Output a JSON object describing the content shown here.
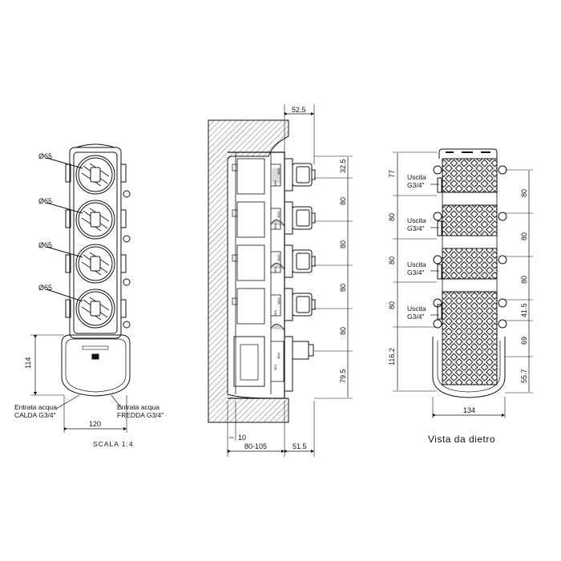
{
  "front_view": {
    "diameter_labels": [
      "Ø65",
      "Ø65",
      "Ø65",
      "Ø65"
    ],
    "height_dim": "114",
    "width_dim": "120",
    "inlet_hot": [
      "Entrata acqua",
      "CALDA  G3/4\""
    ],
    "inlet_cold": [
      "Entrata acqua",
      "FREDDA  G3/4\""
    ],
    "scale_note": "SCALA 1:4"
  },
  "side_view": {
    "top_dim": "52.5",
    "right_dims": [
      "32.5",
      "80",
      "80",
      "80",
      "80",
      "79.5"
    ],
    "bottom_dims": [
      "10",
      "80-105",
      "51.5"
    ],
    "valve_marks": [
      "MAX",
      "MIN"
    ]
  },
  "back_view": {
    "outlet_labels": [
      [
        "Uscita",
        "G3/4\""
      ],
      [
        "Uscita",
        "G3/4\""
      ],
      [
        "Uscita",
        "G3/4\""
      ],
      [
        "Uscita",
        "G3/4\""
      ]
    ],
    "left_dims": [
      "77",
      "80",
      "80",
      "80",
      "116.2"
    ],
    "right_dims": [
      "80",
      "80",
      "80",
      "41.5",
      "69",
      "55.7"
    ],
    "bottom_dim": "134",
    "title": "Vista da dietro"
  }
}
